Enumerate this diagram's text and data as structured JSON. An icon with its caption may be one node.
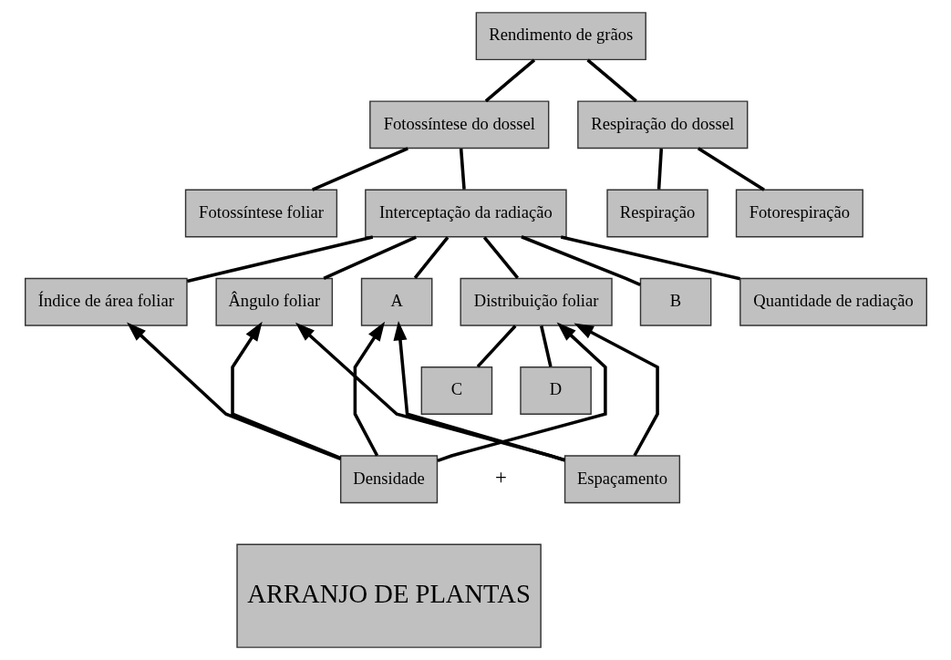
{
  "diagram": {
    "nodes": [
      {
        "text": [
          "Rendimento de grãos"
        ]
      },
      {
        "text": [
          "Fotossíntese do dossel"
        ]
      },
      {
        "text": [
          "Respiração do dossel"
        ]
      },
      {
        "text": [
          "Fotossíntese foliar"
        ]
      },
      {
        "text": [
          "Interceptação da radiação"
        ]
      },
      {
        "text": [
          "Respiração"
        ]
      },
      {
        "text": [
          "Fotorespiração"
        ]
      },
      {
        "text": [
          "Índice de área foliar"
        ]
      },
      {
        "text": [
          "Ângulo foliar"
        ]
      },
      {
        "text": [
          "A"
        ]
      },
      {
        "text": [
          "Distribuição foliar"
        ]
      },
      {
        "text": [
          "B"
        ]
      },
      {
        "text": [
          "Quantidade de radiação"
        ]
      },
      {
        "text": [
          "C"
        ]
      },
      {
        "text": [
          "D"
        ]
      },
      {
        "text": [
          "Densidade"
        ]
      },
      {
        "text": [
          "Espaçamento"
        ]
      },
      {
        "text": [
          "ARRANJO DE PLANTAS"
        ]
      }
    ],
    "edges": [
      {
        "from": 0,
        "to": 1,
        "arrow": "none"
      },
      {
        "from": 0,
        "to": 2,
        "arrow": "none"
      },
      {
        "from": 1,
        "to": 3,
        "arrow": "none"
      },
      {
        "from": 1,
        "to": 4,
        "arrow": "none"
      },
      {
        "from": 2,
        "to": 5,
        "arrow": "none"
      },
      {
        "from": 2,
        "to": 6,
        "arrow": "none"
      },
      {
        "from": 4,
        "to": 7,
        "arrow": "none"
      },
      {
        "from": 4,
        "to": 8,
        "arrow": "none"
      },
      {
        "from": 4,
        "to": 9,
        "arrow": "none"
      },
      {
        "from": 4,
        "to": 10,
        "arrow": "none"
      },
      {
        "from": 4,
        "to": 11,
        "arrow": "none"
      },
      {
        "from": 4,
        "to": 12,
        "arrow": "none"
      },
      {
        "from": 10,
        "to": 13,
        "arrow": "none"
      },
      {
        "from": 10,
        "to": 14,
        "arrow": "none"
      },
      {
        "from": 15,
        "to": 7,
        "arrow": "to"
      },
      {
        "from": 15,
        "to": 8,
        "arrow": "to"
      },
      {
        "from": 15,
        "to": 9,
        "arrow": "to"
      },
      {
        "from": 15,
        "to": 10,
        "arrow": "to"
      },
      {
        "from": 16,
        "to": 8,
        "arrow": "to"
      },
      {
        "from": 16,
        "to": 9,
        "arrow": "to"
      },
      {
        "from": 16,
        "to": 10,
        "arrow": "to"
      }
    ],
    "labels": [
      "+"
    ]
  }
}
